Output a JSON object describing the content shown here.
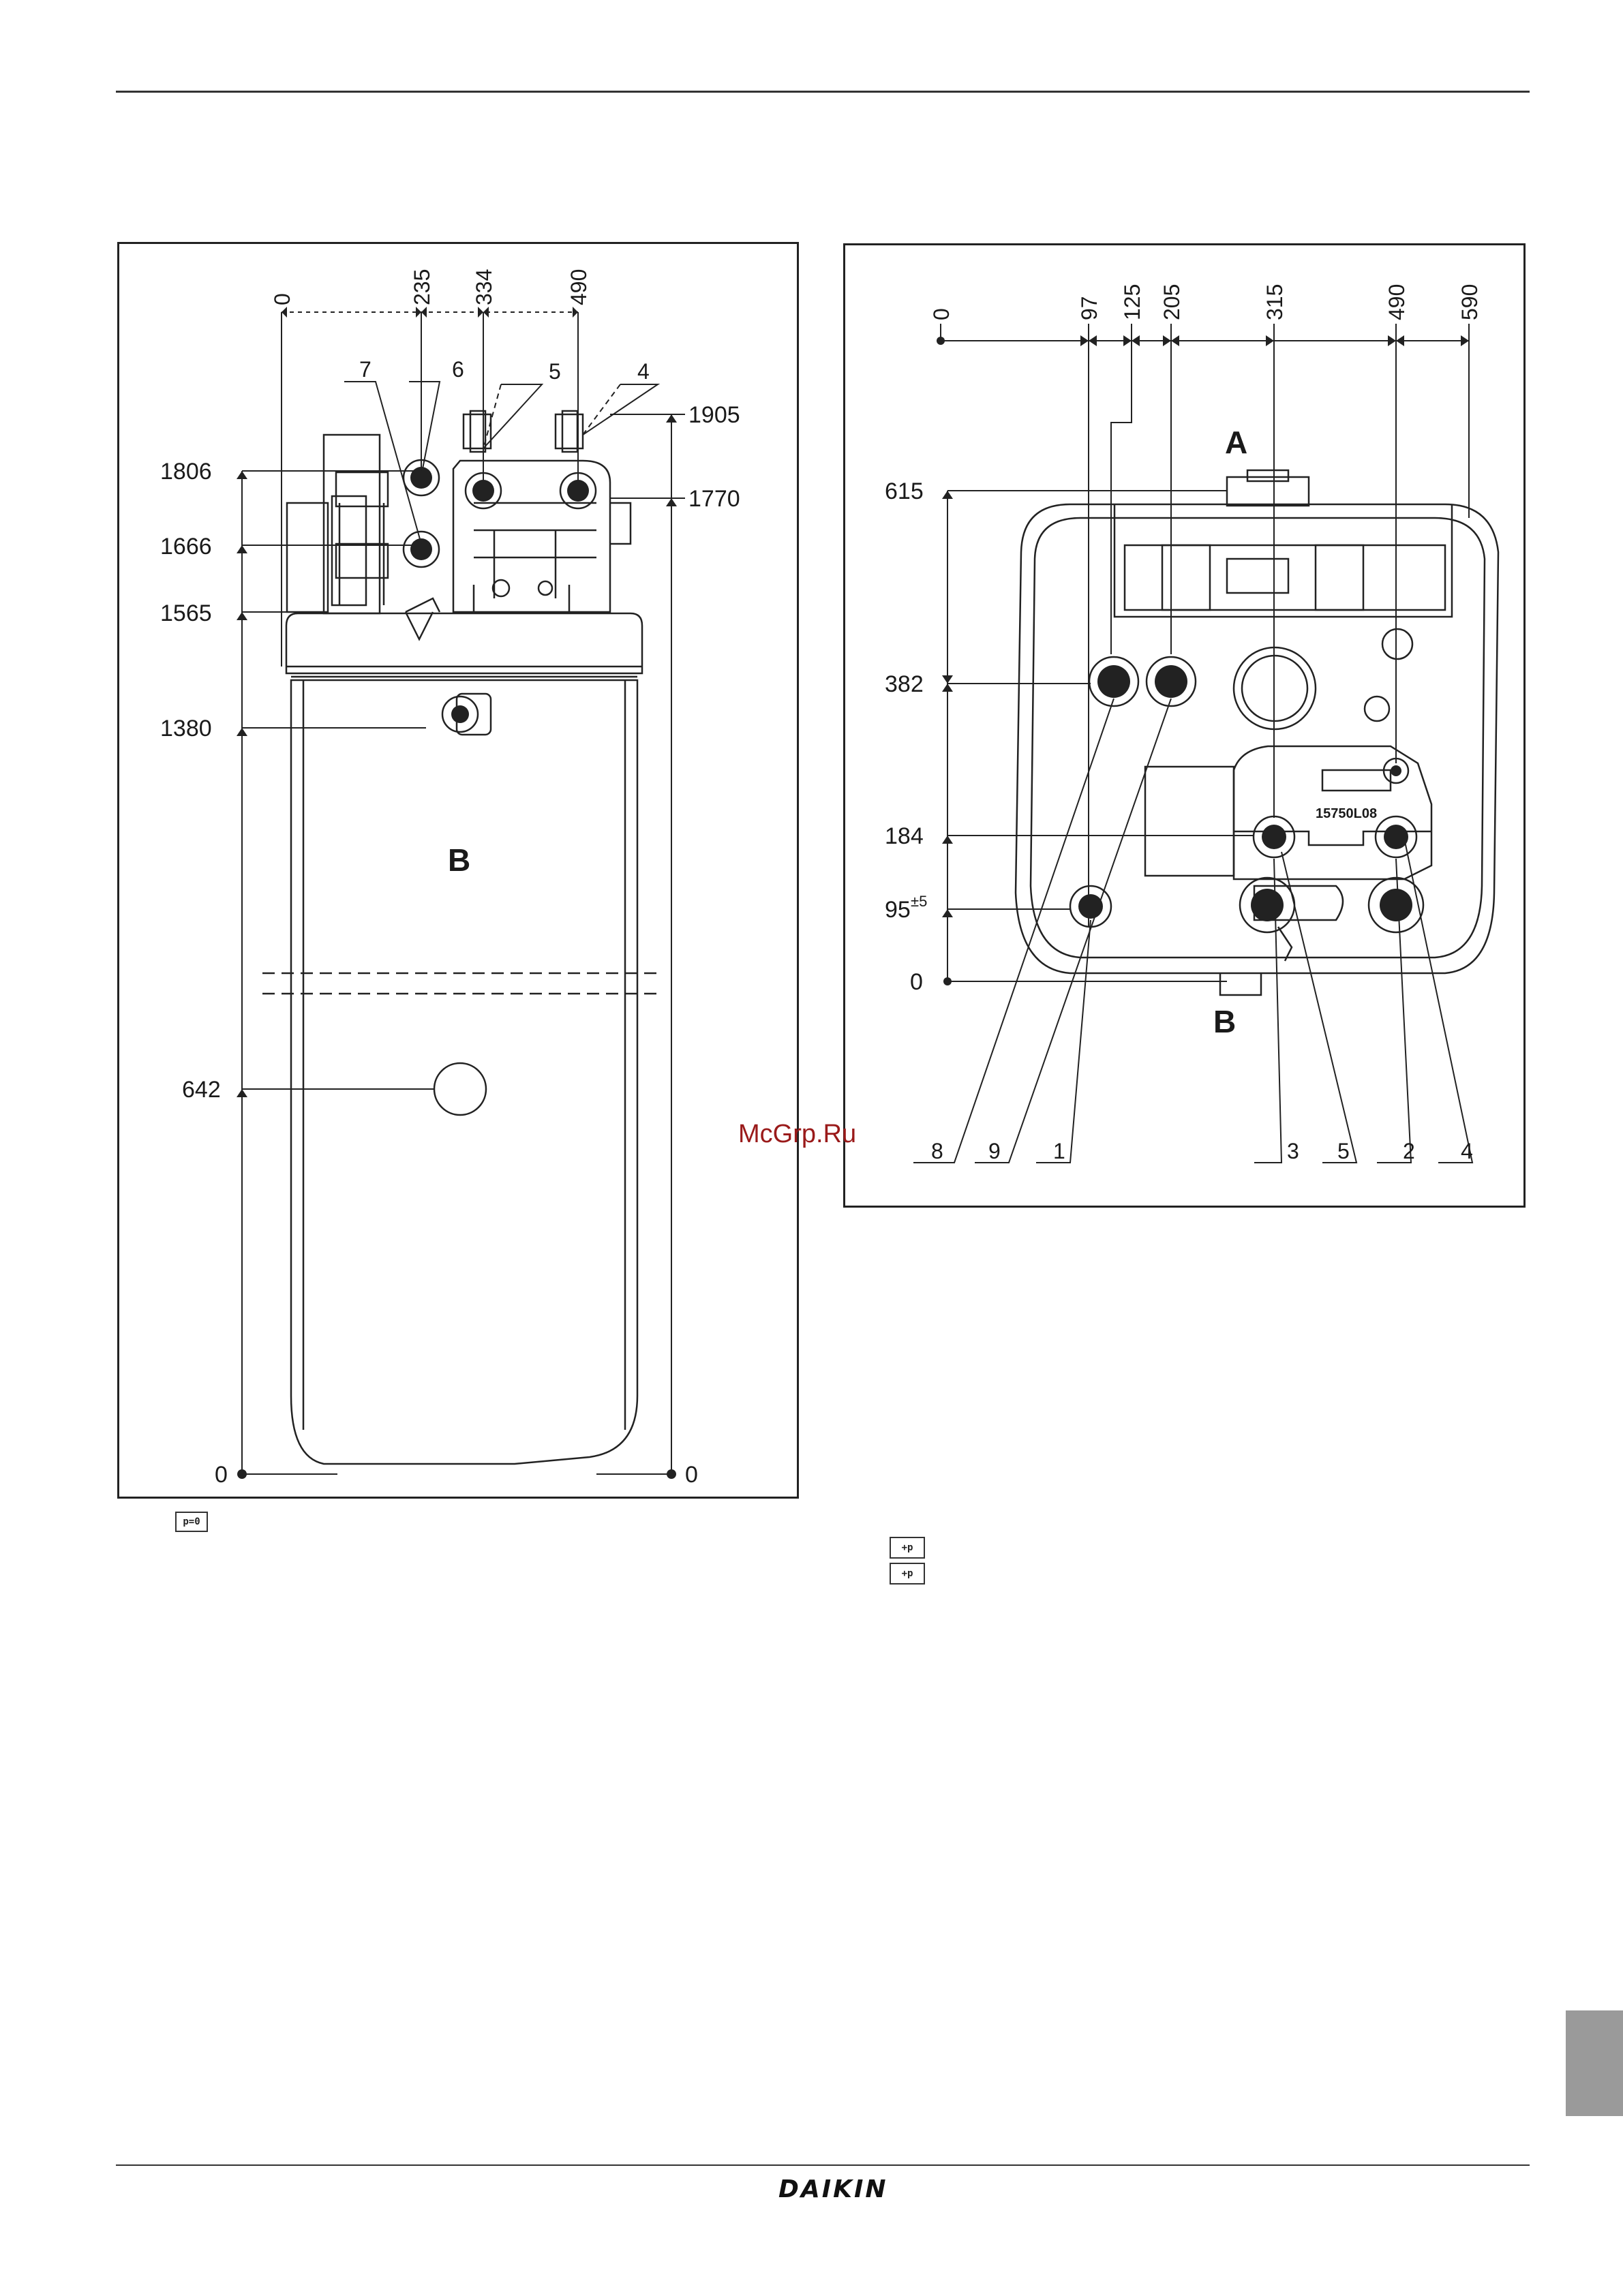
{
  "left_figure": {
    "horizontal_dims": [
      "0",
      "235",
      "334",
      "490"
    ],
    "vertical_dims_left": [
      "1806",
      "1666",
      "1565",
      "1380",
      "642",
      "0"
    ],
    "vertical_dims_right": [
      "1905",
      "1770",
      "0"
    ],
    "callouts": [
      "7",
      "6",
      "5",
      "4"
    ],
    "zone_label": "B",
    "icon_text": "p=0"
  },
  "right_figure": {
    "horizontal_dims": [
      "0",
      "97",
      "125",
      "205",
      "315",
      "490",
      "590"
    ],
    "vertical_dims": [
      "615",
      "382",
      "184",
      "95",
      "±5",
      "0"
    ],
    "zone_label_top": "A",
    "zone_label_bottom": "B",
    "part_code": "15750L08",
    "callouts": [
      "8",
      "9",
      "1",
      "3",
      "5",
      "2",
      "4"
    ],
    "icon_text_1": "+p",
    "icon_text_2": "+p"
  },
  "watermark": "McGrp.Ru",
  "footer": {
    "brand": "DAIKIN"
  }
}
